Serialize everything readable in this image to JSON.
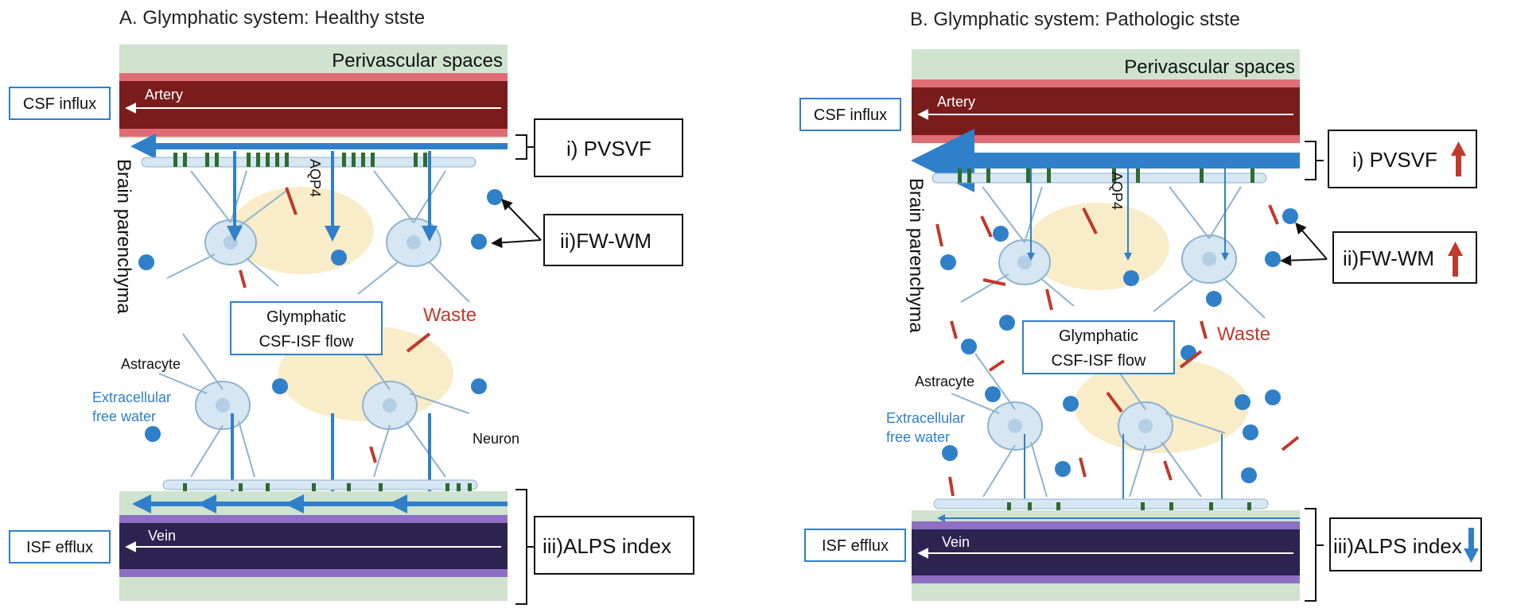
{
  "panel_a": {
    "title": "A. Glymphatic system: Healthy stste",
    "perivascular": "Perivascular spaces",
    "artery": "Artery",
    "vein": "Vein",
    "csf_influx": "CSF influx",
    "isf_efflux": "ISF efflux",
    "brain": "Brain parenchyma",
    "aqp4": "AQP4",
    "glymphatic_1": "Glymphatic",
    "glymphatic_2": "CSF-ISF flow",
    "waste": "Waste",
    "astrocyte": "Astracyte",
    "free_water_1": "Extracellular",
    "free_water_2": "free water",
    "neuron": "Neuron",
    "pvsvf": "i) PVSVF",
    "fwwm": "ii)FW-WM",
    "alps": "iii)ALPS index"
  },
  "panel_b": {
    "title": "B. Glymphatic system: Pathologic stste",
    "perivascular": "Perivascular spaces",
    "artery": "Artery",
    "vein": "Vein",
    "csf_influx": "CSF influx",
    "isf_efflux": "ISF efflux",
    "brain": "Brain parenchyma",
    "aqp4": "AQP4",
    "glymphatic_1": "Glymphatic",
    "glymphatic_2": "CSF-ISF flow",
    "waste": "Waste",
    "astrocyte": "Astracyte",
    "free_water_1": "Extracellular",
    "free_water_2": "free water",
    "pvsvf": "i) PVSVF",
    "fwwm": "ii)FW-WM",
    "alps": "iii)ALPS index"
  },
  "colors": {
    "artery": "#7a1c1c",
    "artery_edge": "#e06c75",
    "vein": "#2d2350",
    "vein_edge": "#8e6fc4",
    "perivascular": "#cfe3cf",
    "flow": "#2f80c8",
    "waste": "#c0392b",
    "astrocyte": "#d6e6f2",
    "neuron": "#f7e4b0",
    "aqp4": "#2e6b2e",
    "increase": "#c0392b",
    "decrease": "#2f80c8"
  }
}
